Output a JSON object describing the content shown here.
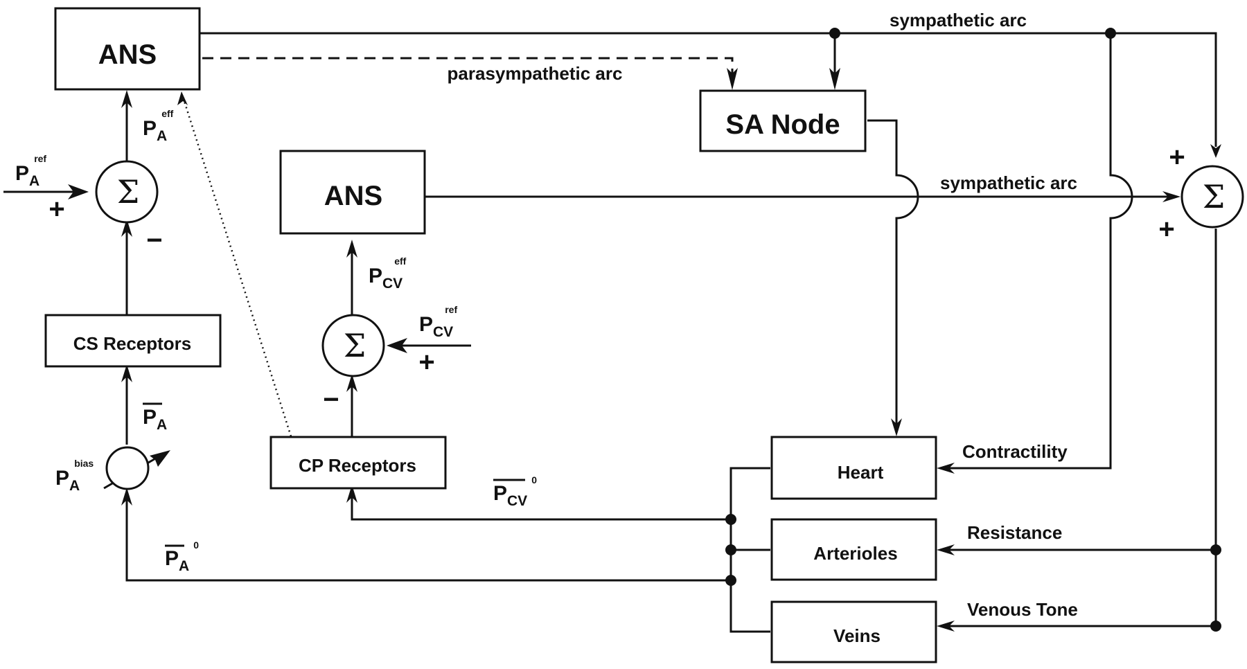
{
  "blocks": {
    "ans_main": "ANS",
    "ans_cp": "ANS",
    "sa_node": "SA Node",
    "cs_receptors": "CS Receptors",
    "cp_receptors": "CP Receptors",
    "heart": "Heart",
    "arterioles": "Arterioles",
    "veins": "Veins"
  },
  "summing_symbol": "Σ",
  "arc_labels": {
    "sympathetic_top": "sympathetic arc",
    "parasympathetic": "parasympathetic arc",
    "sympathetic_mid": "sympathetic arc",
    "contractility": "Contractility",
    "resistance": "Resistance",
    "venous_tone": "Venous Tone"
  },
  "signals": {
    "pa_eff": {
      "main": "P",
      "sub": "A",
      "sup": "eff"
    },
    "pa_ref": {
      "main": "P",
      "sub": "A",
      "sup": "ref"
    },
    "pa_bar": {
      "main": "P",
      "sub": "A"
    },
    "pa_bias": {
      "main": "P",
      "sub": "A",
      "sup": "bias"
    },
    "pa_bar_0": {
      "main": "P",
      "sub": "A",
      "sup": "0"
    },
    "pcv_eff": {
      "main": "P",
      "sub": "CV",
      "sup": "eff"
    },
    "pcv_ref": {
      "main": "P",
      "sub": "CV",
      "sup": "ref"
    },
    "pcv_bar_0": {
      "main": "P",
      "sub": "CV",
      "sup": "0"
    }
  },
  "signs": {
    "plus": "+",
    "minus": "−"
  }
}
